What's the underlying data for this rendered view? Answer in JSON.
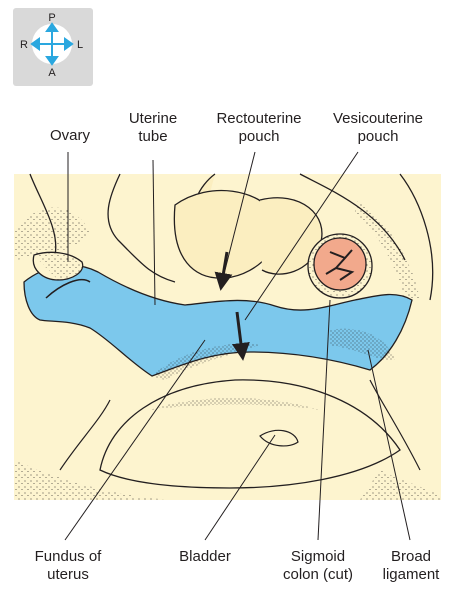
{
  "orientation": {
    "top": "P",
    "left": "R",
    "right": "L",
    "bottom": "A",
    "arrow_color": "#2aa7df",
    "panel_color": "#d9d9d9"
  },
  "labels": {
    "ovary": [
      "Ovary"
    ],
    "uterine_tube": [
      "Uterine",
      "tube"
    ],
    "rectouterine_pouch": [
      "Rectouterine",
      "pouch"
    ],
    "vesicouterine_pouch": [
      "Vesicouterine",
      "pouch"
    ],
    "fundus_of_uterus": [
      "Fundus of",
      "uterus"
    ],
    "bladder": [
      "Bladder"
    ],
    "sigmoid_colon": [
      "Sigmoid",
      "colon (cut)"
    ],
    "broad_ligament": [
      "Broad",
      "ligament"
    ]
  },
  "colors": {
    "background_tissue": "#fdf4cf",
    "peritoneum_blue": "#7cc8ec",
    "colon_pink": "#f2a98c",
    "outline": "#231f20"
  }
}
